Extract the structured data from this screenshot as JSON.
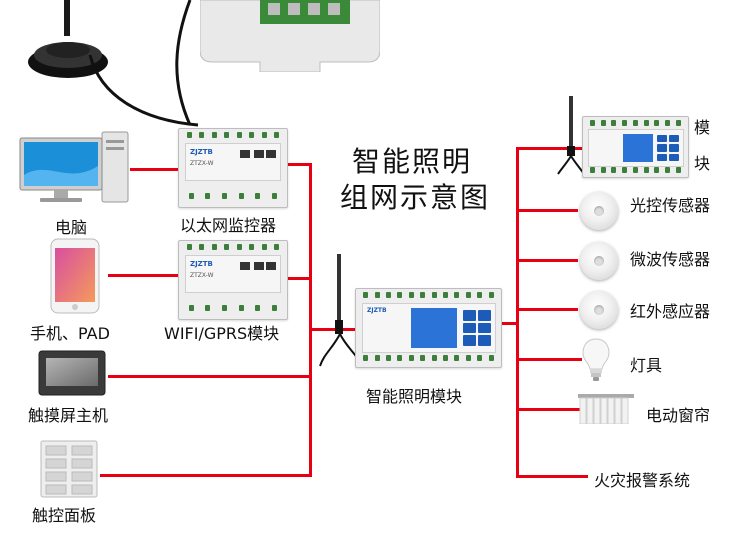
{
  "title": {
    "line1": "智能照明",
    "line2": "组网示意图"
  },
  "left_devices": [
    {
      "name": "电脑"
    },
    {
      "name": "手机、PAD"
    },
    {
      "name": "触摸屏主机"
    },
    {
      "name": "触控面板"
    }
  ],
  "interface_modules": [
    {
      "name": "以太网监控器",
      "brand": "ZJZTB",
      "model": "ZTZX-W"
    },
    {
      "name": "WIFI/GPRS模块",
      "brand": "ZJZTB",
      "model": "ZTZX-W"
    }
  ],
  "center_module": {
    "name": "智能照明模块",
    "brand": "ZJZTB"
  },
  "right_devices": [
    {
      "name": "模块",
      "line1": "模",
      "line2": "块"
    },
    {
      "name": "光控传感器"
    },
    {
      "name": "微波传感器"
    },
    {
      "name": "红外感应器"
    },
    {
      "name": "灯具"
    },
    {
      "name": "电动窗帘"
    },
    {
      "name": "火灾报警系统"
    }
  ],
  "colors": {
    "line": "#e60012",
    "module_body": "#eeeeee",
    "lcd": "#2b73d6",
    "terminal": "#3c7f3c"
  },
  "icons": [
    "antenna-icon",
    "monitor-icon",
    "phone-icon",
    "touchscreen-icon",
    "panel-icon",
    "sensor-icon",
    "bulb-icon",
    "curtain-icon"
  ]
}
